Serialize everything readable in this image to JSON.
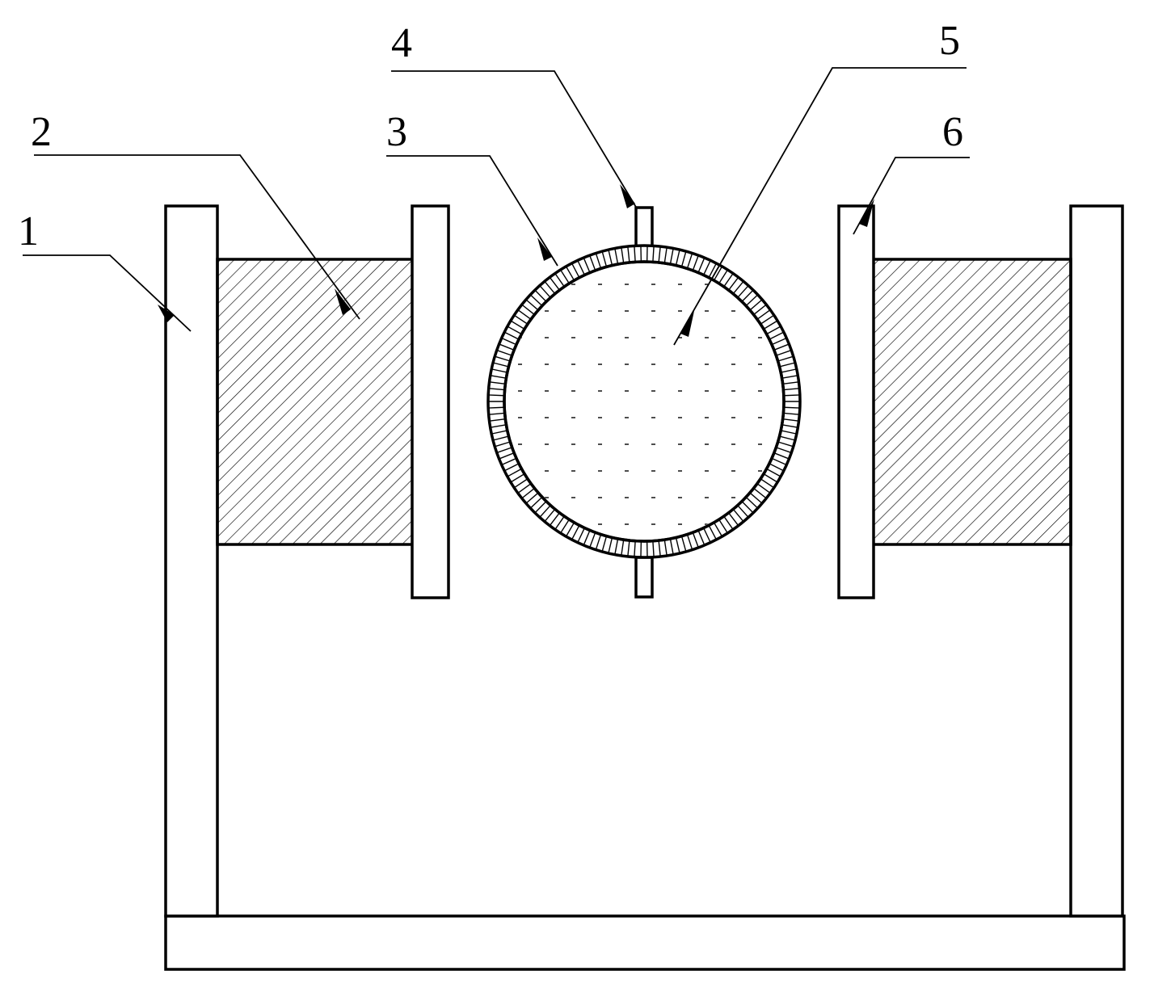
{
  "labels": {
    "l1": "1",
    "l2": "2",
    "l3": "3",
    "l4": "4",
    "l5": "5",
    "l6": "6"
  },
  "colors": {
    "line": "#000000",
    "background": "#ffffff"
  }
}
